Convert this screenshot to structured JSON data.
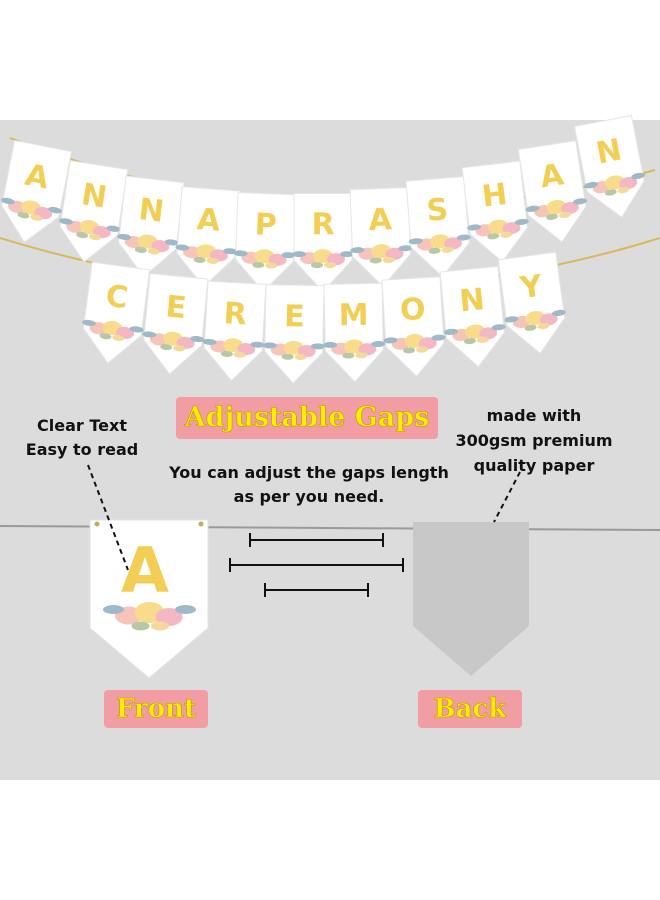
{
  "banner": {
    "row1": [
      "A",
      "N",
      "N",
      "A",
      "P",
      "R",
      "A",
      "S",
      "H",
      "A",
      "N"
    ],
    "row2": [
      "C",
      "E",
      "R",
      "E",
      "M",
      "O",
      "N",
      "Y"
    ]
  },
  "features": {
    "gaps_title": "Adjustable Gaps",
    "clear_text": "Clear Text\nEasy to read",
    "gaps_desc": "You can adjust the gaps length\nas per you need.",
    "paper_desc": "made with\n300gsm premium\nquality paper",
    "sample_letter": "A",
    "front_label": "Front",
    "back_label": "Back"
  },
  "colors": {
    "panel_bg": "#dcdcdc",
    "letter_gold": "#f2cf54",
    "tag_pink": "#f29ca3",
    "tag_text": "#ffee00",
    "back_flag": "#c8c8c8"
  }
}
